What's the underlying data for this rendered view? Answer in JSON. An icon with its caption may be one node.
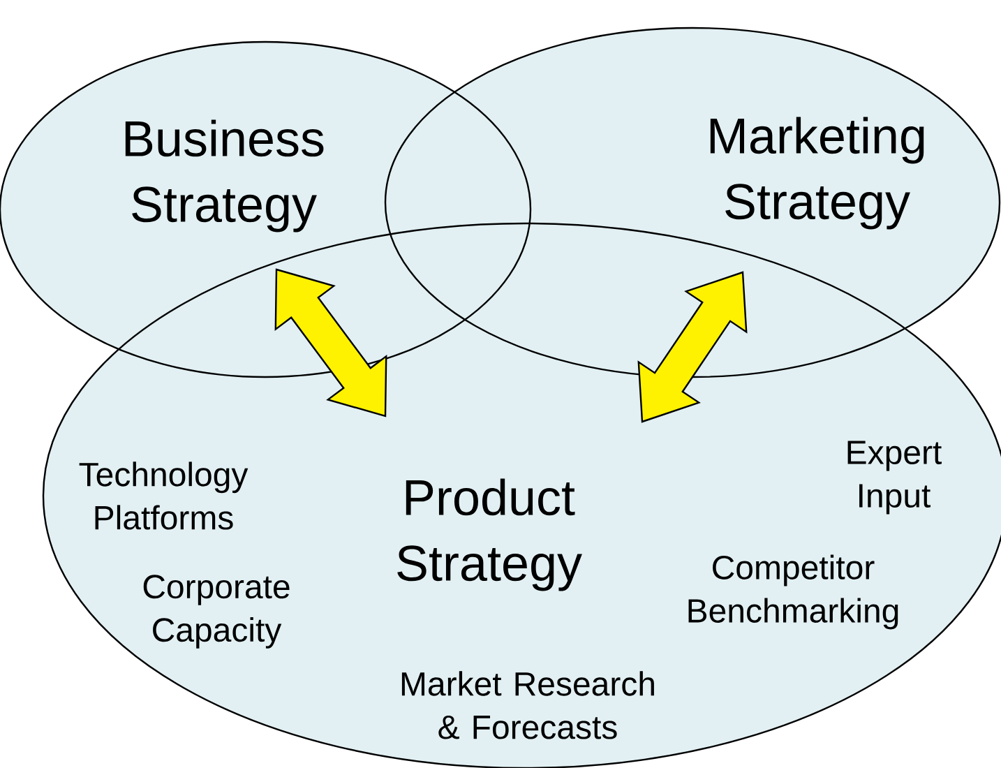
{
  "diagram": {
    "nodes": [
      {
        "text": [
          "Business Strategy"
        ]
      },
      {
        "text": [
          "Marketing Strategy"
        ]
      },
      {
        "text": [
          "Product Strategy",
          "Technology Platforms",
          "Corporate Capacity",
          "Market Research & Forecasts",
          "Expert Input",
          "Competitor Benchmarking"
        ]
      }
    ],
    "edges": [
      {
        "from": 0,
        "to": 2,
        "arrow": "both"
      },
      {
        "from": 1,
        "to": 2,
        "arrow": "both"
      }
    ]
  }
}
